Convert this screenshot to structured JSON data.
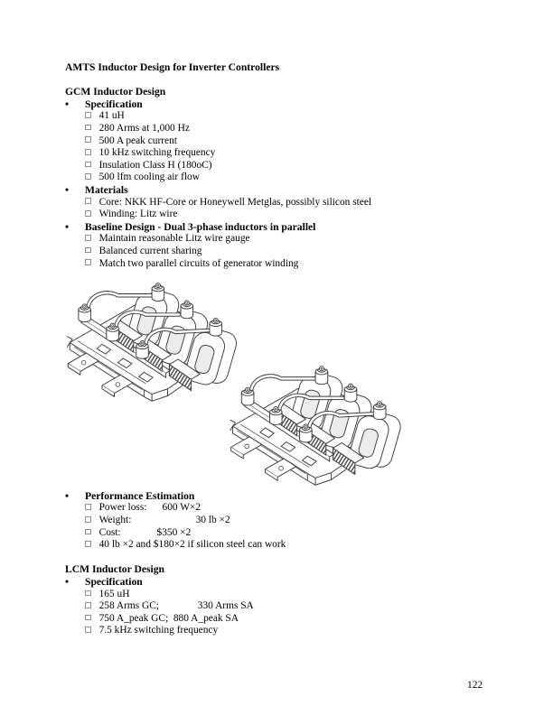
{
  "document": {
    "title": "AMTS Inductor Design for Inverter Controllers",
    "page_number": "122"
  },
  "gcm": {
    "heading": "GCM Inductor Design",
    "specification": {
      "label": "Specification",
      "items": [
        "41 uH",
        "280 Arms at 1,000 Hz",
        "500 A peak current",
        "10 kHz switching frequency",
        "Insulation Class H (180oC)",
        "500 lfm cooling air flow"
      ]
    },
    "materials": {
      "label": "Materials",
      "items": [
        "Core: NKK HF-Core or Honeywell Metglas, possibly silicon steel",
        "Winding: Litz wire"
      ]
    },
    "baseline": {
      "label": "Baseline Design - Dual 3-phase inductors in parallel",
      "items": [
        "Maintain reasonable Litz wire gauge",
        "Balanced current sharing",
        "Match two parallel circuits of generator winding"
      ]
    },
    "performance": {
      "label": "Performance Estimation",
      "items": [
        "Power loss:      600 W×2",
        "Weight:                         30 lb ×2",
        "Cost:              $350 ×2",
        "40 lb ×2 and $180×2 if silicon steel can work"
      ]
    }
  },
  "lcm": {
    "heading": "LCM Inductor Design",
    "specification": {
      "label": "Specification",
      "items": [
        "165 uH",
        "258 Arms GC;               330 Arms SA",
        "750 A_peak GC;  880 A_peak SA",
        "7.5 kHz switching frequency"
      ]
    }
  },
  "figures": {
    "drawing_1_name": "isometric-3phase-inductor-assembly-drawing",
    "drawing_2_name": "isometric-3phase-inductor-assembly-drawing",
    "stroke_color": "#3f3f3f"
  }
}
